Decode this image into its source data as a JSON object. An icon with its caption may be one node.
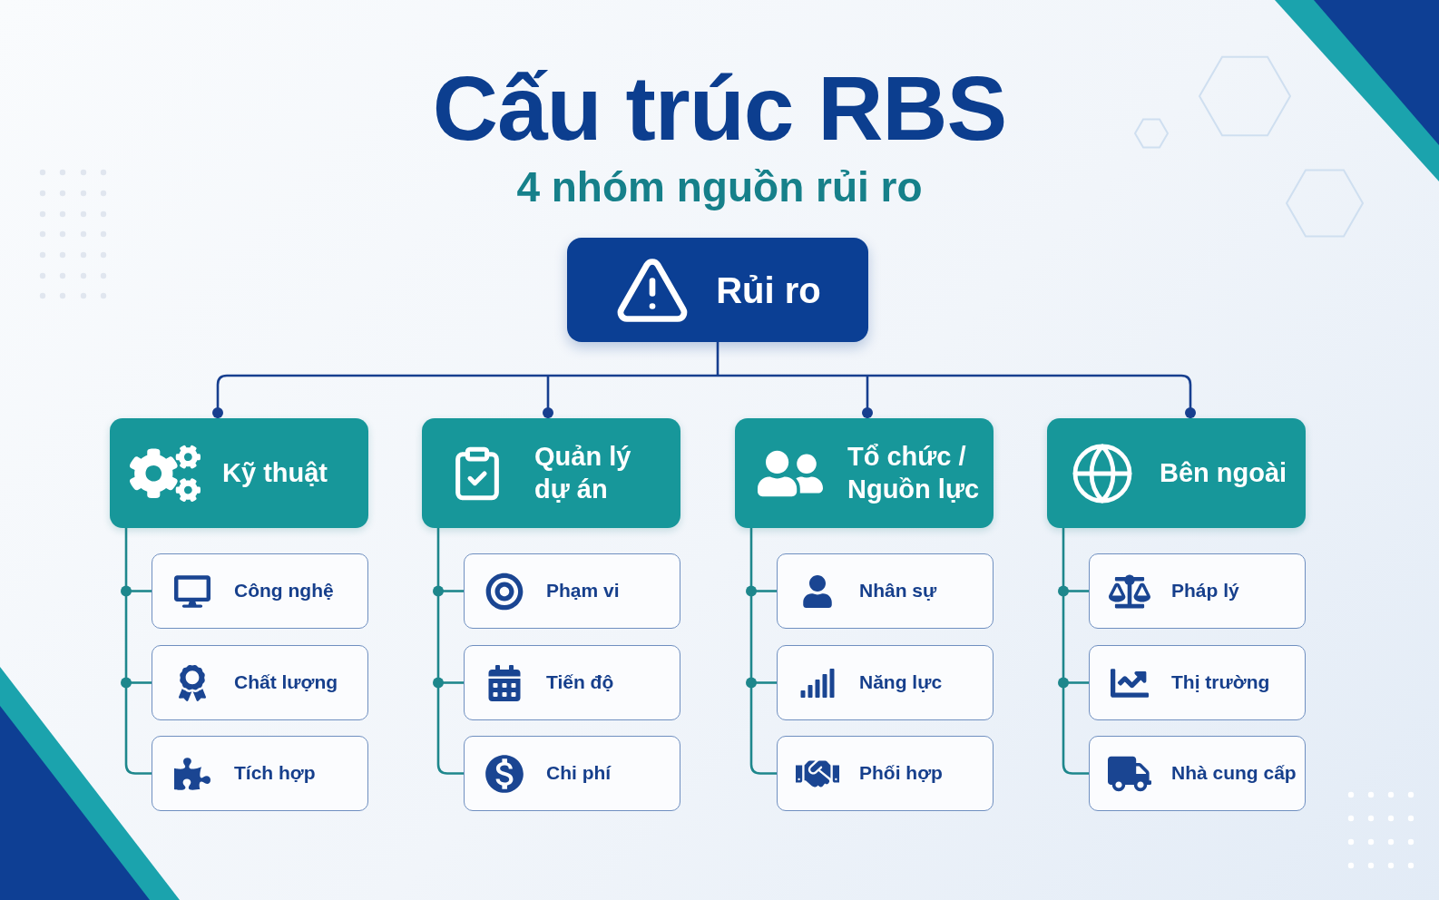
{
  "diagram": {
    "title": "Cấu trúc RBS",
    "labels": [
      "4 nhóm nguồn rủi ro"
    ],
    "nodes": [
      {
        "text": [
          "Rủi ro"
        ]
      },
      {
        "text": [
          "Kỹ thuật"
        ]
      },
      {
        "text": [
          "Công nghệ"
        ]
      },
      {
        "text": [
          "Chất lượng"
        ]
      },
      {
        "text": [
          "Tích hợp"
        ]
      },
      {
        "text": [
          "Quản lý dự án"
        ]
      },
      {
        "text": [
          "Phạm vi"
        ]
      },
      {
        "text": [
          "Tiến độ"
        ]
      },
      {
        "text": [
          "Chi phí"
        ]
      },
      {
        "text": [
          "Tổ chức / Nguồn lực"
        ]
      },
      {
        "text": [
          "Nhân sự"
        ]
      },
      {
        "text": [
          "Năng lực"
        ]
      },
      {
        "text": [
          "Phối hợp"
        ]
      },
      {
        "text": [
          "Bên ngoài"
        ]
      },
      {
        "text": [
          "Pháp lý"
        ]
      },
      {
        "text": [
          "Thị trường"
        ]
      },
      {
        "text": [
          "Nhà cung cấp"
        ]
      }
    ],
    "edges": [
      {
        "from": 0,
        "to": 1,
        "arrow": "other",
        "color": "#173f8f"
      },
      {
        "from": 0,
        "to": 5,
        "arrow": "other",
        "color": "#173f8f"
      },
      {
        "from": 0,
        "to": 9,
        "arrow": "other",
        "color": "#173f8f"
      },
      {
        "from": 0,
        "to": 13,
        "arrow": "other",
        "color": "#173f8f"
      },
      {
        "from": 1,
        "to": 2,
        "arrow": "none"
      },
      {
        "from": 1,
        "to": 3,
        "arrow": "none"
      },
      {
        "from": 1,
        "to": 4,
        "arrow": "none"
      },
      {
        "from": 5,
        "to": 6,
        "arrow": "none"
      },
      {
        "from": 5,
        "to": 7,
        "arrow": "none"
      },
      {
        "from": 5,
        "to": 8,
        "arrow": "none"
      },
      {
        "from": 9,
        "to": 10,
        "arrow": "none"
      },
      {
        "from": 9,
        "to": 11,
        "arrow": "none"
      },
      {
        "from": 9,
        "to": 12,
        "arrow": "none"
      },
      {
        "from": 13,
        "to": 14,
        "arrow": "none"
      },
      {
        "from": 13,
        "to": 15,
        "arrow": "none"
      },
      {
        "from": 13,
        "to": 16,
        "arrow": "none"
      }
    ]
  }
}
